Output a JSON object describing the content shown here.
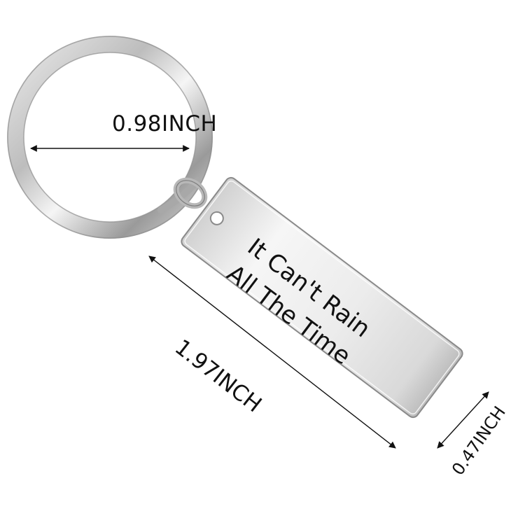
{
  "product": {
    "engraving": {
      "line1": "It Can't Rain",
      "line2": "All The Time"
    },
    "dimensions": {
      "ring_width": "0.98INCH",
      "tag_length": "1.97INCH",
      "tag_width": "0.47INCH"
    }
  },
  "colors": {
    "background": "#ffffff",
    "metal_light": "#f4f4f4",
    "metal_mid": "#c9c9c9",
    "metal_dark": "#8a8a8a",
    "ink": "#111111"
  }
}
